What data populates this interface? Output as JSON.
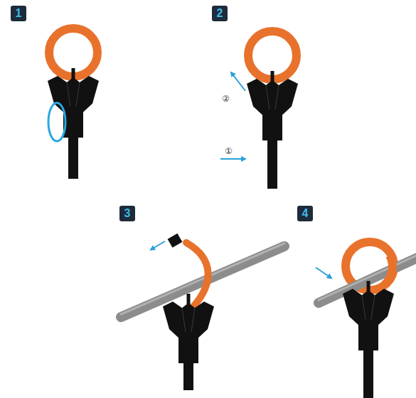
{
  "diagram": {
    "labels": [
      "1",
      "2",
      "②",
      "①",
      "3",
      "4"
    ]
  }
}
